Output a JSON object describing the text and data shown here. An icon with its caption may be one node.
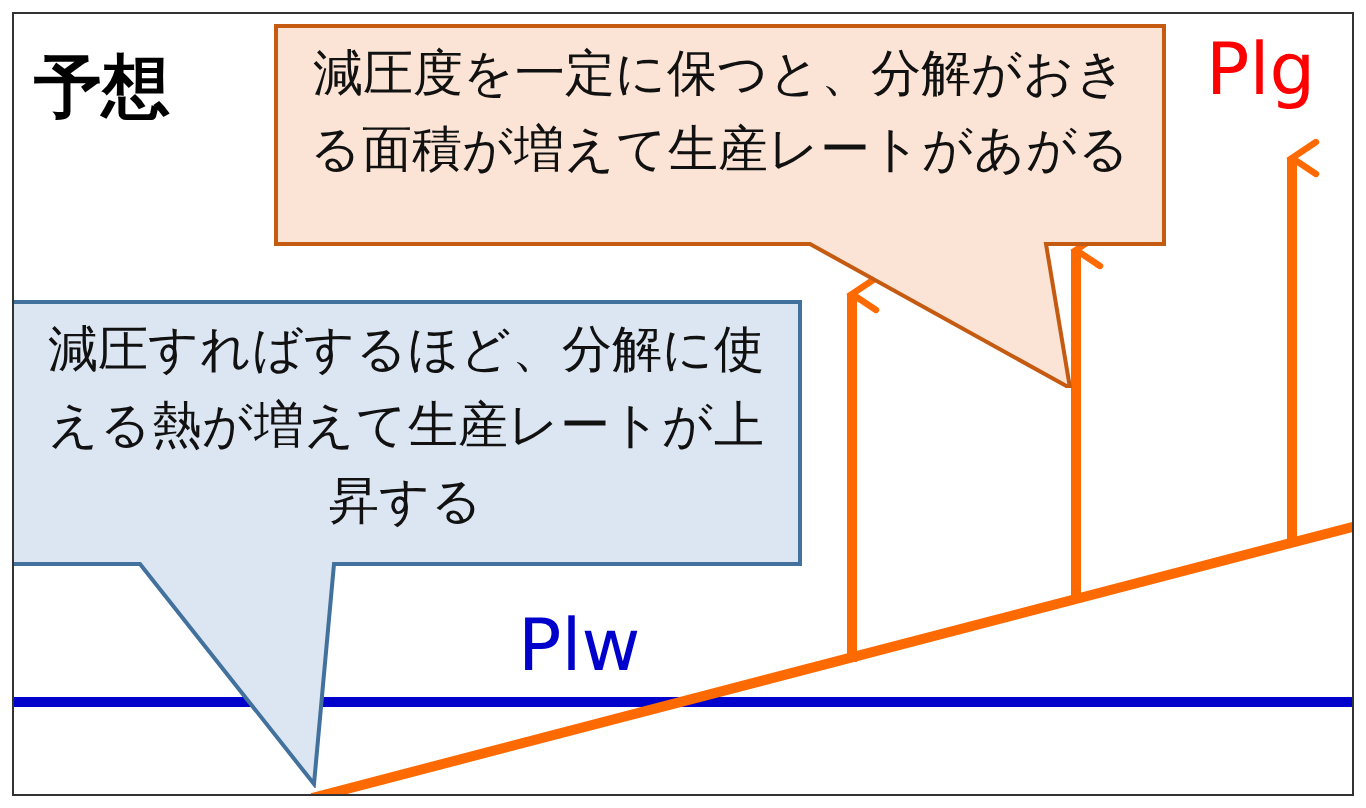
{
  "diagram": {
    "title": "予想",
    "nodes": [
      {
        "text": [
          "減圧度を一定に保つと、分解がおきる面積が増えて生産レートがあがる"
        ]
      },
      {
        "text": [
          "減圧すればするほど、分解に使える熱が増えて生産レートが上昇する"
        ]
      }
    ],
    "labels": [
      "Plg",
      "Plw"
    ]
  }
}
